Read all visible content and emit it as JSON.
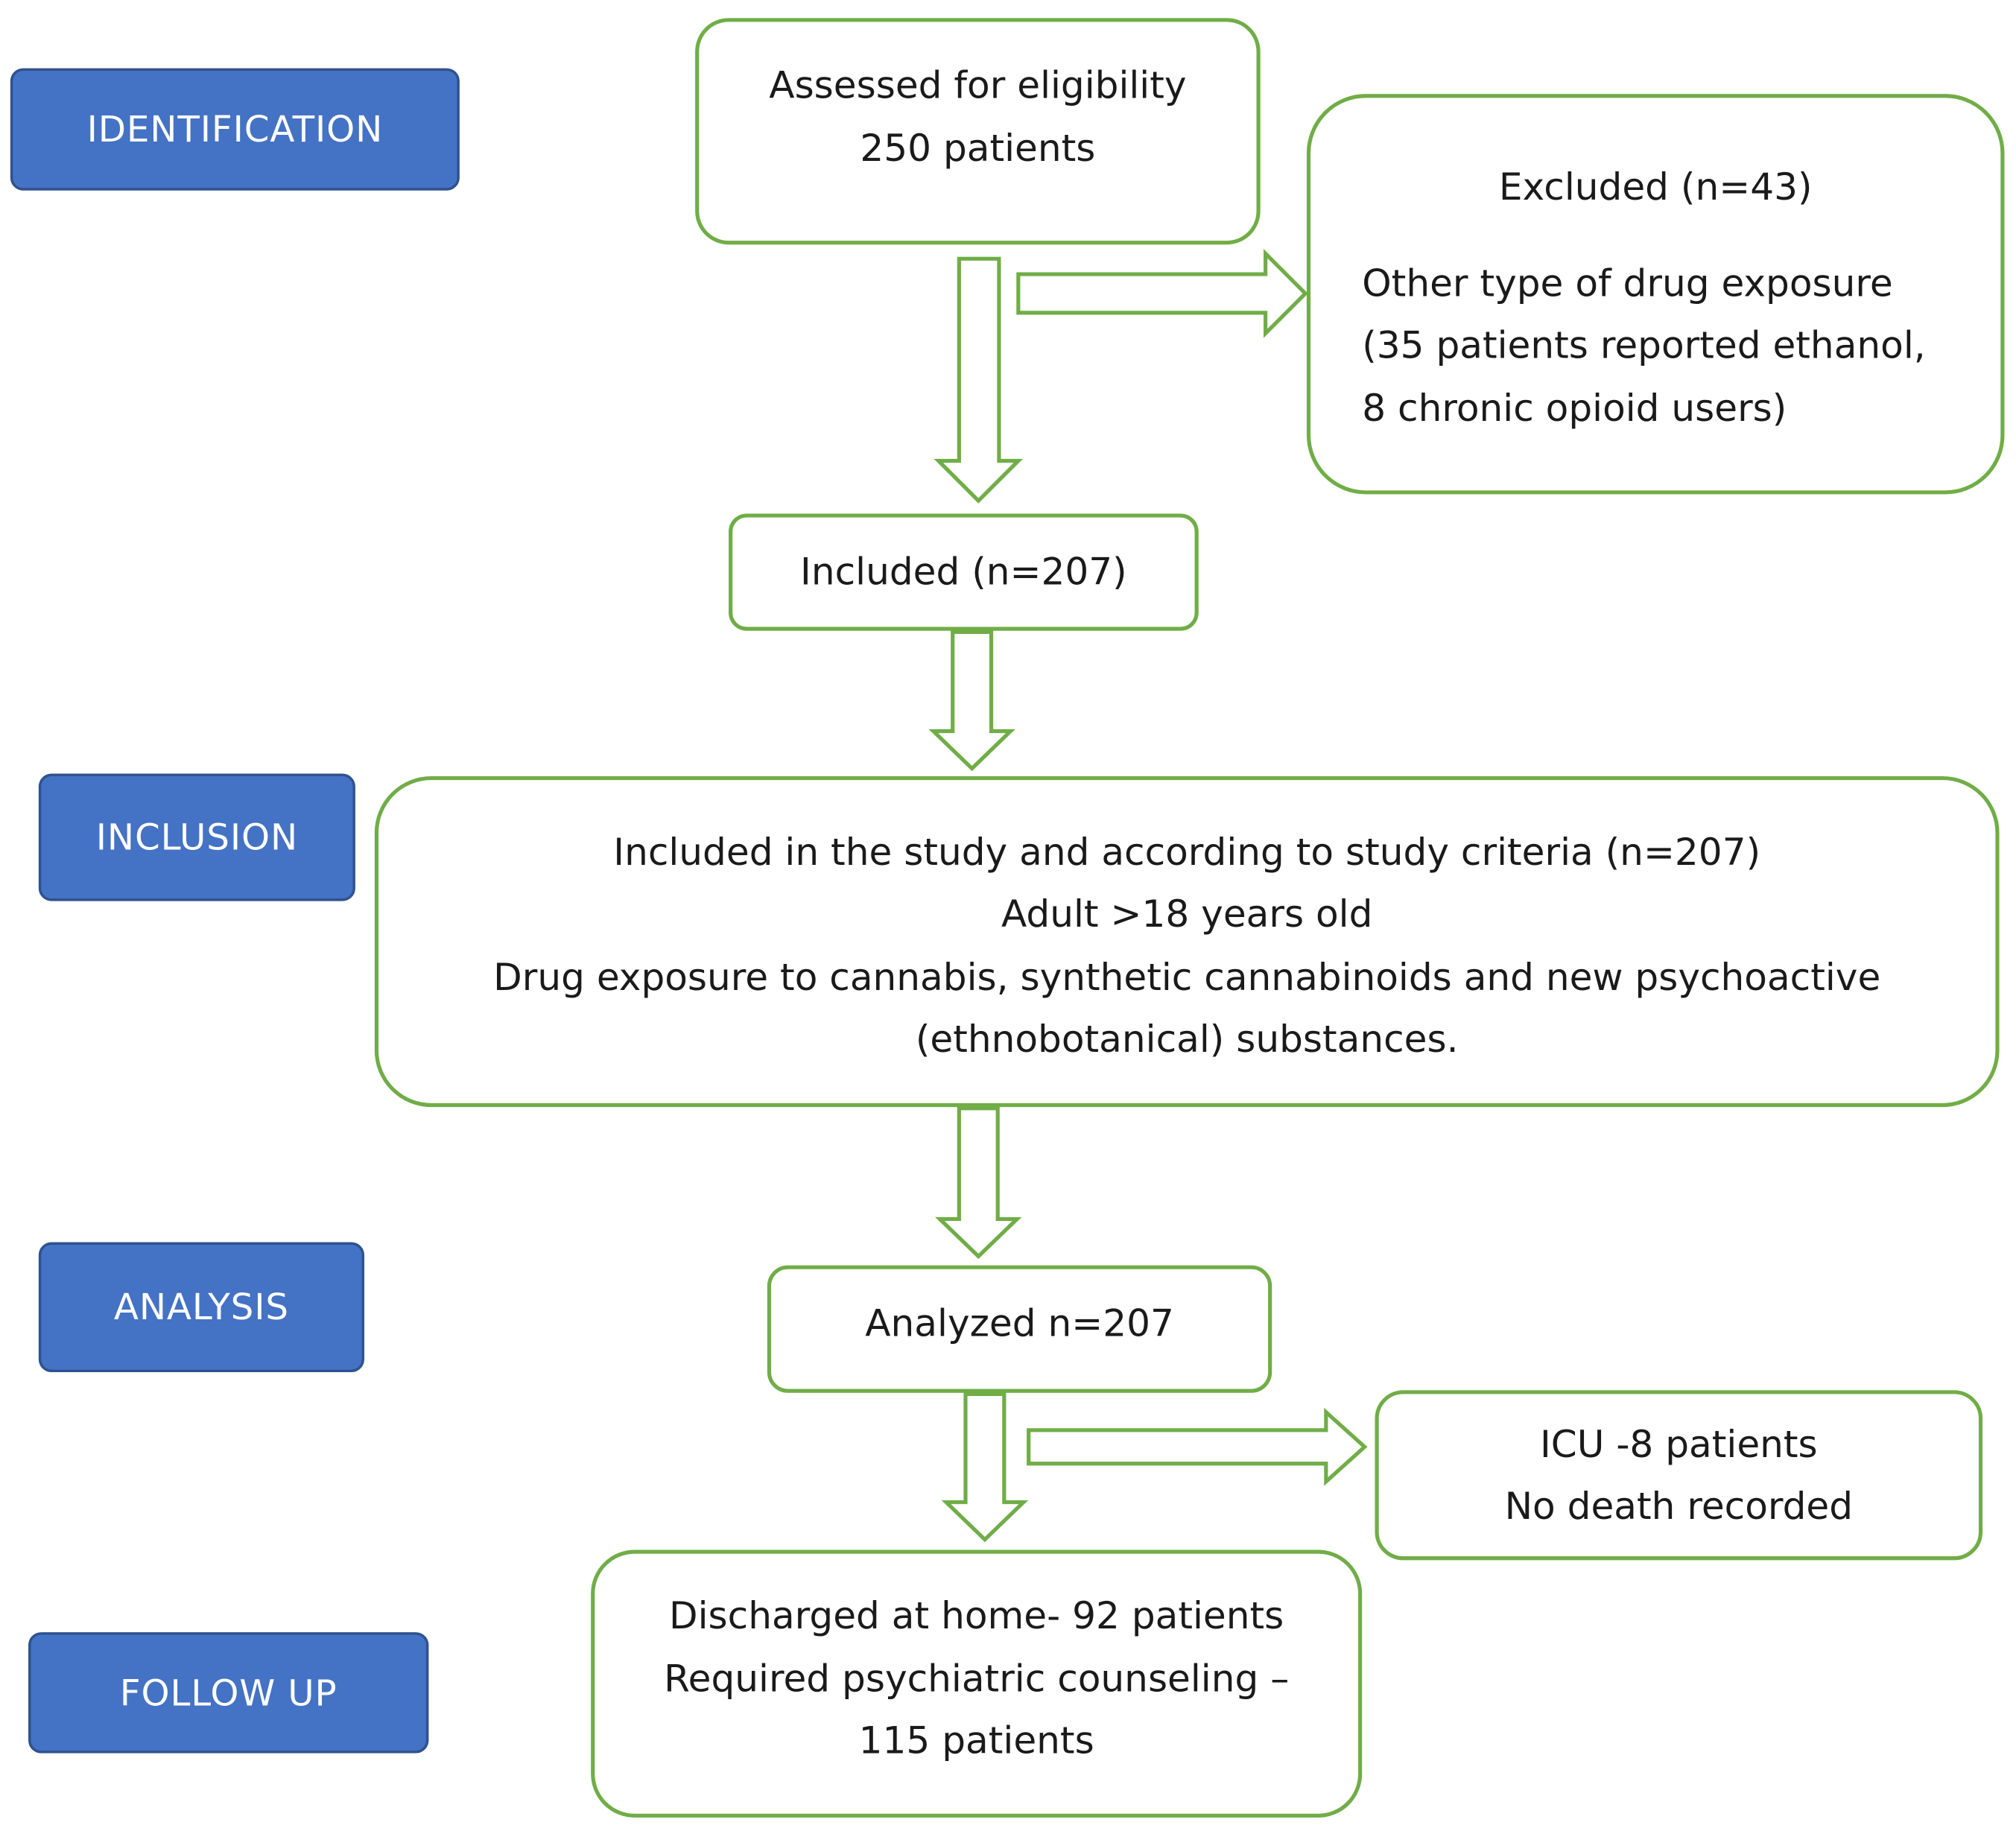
{
  "stages": {
    "identification": "IDENTIFICATION",
    "inclusion": "INCLUSION",
    "analysis": "ANALYSIS",
    "follow_up": "FOLLOW UP"
  },
  "boxes": {
    "assessed": {
      "lines": [
        "Assessed for eligibility",
        "250  patients"
      ]
    },
    "excluded": {
      "title": "Excluded (n=43)",
      "lines": [
        "Other type of drug exposure",
        "(35 patients reported ethanol,",
        "8 chronic opioid users)"
      ]
    },
    "included": {
      "lines": [
        "Included (n=207)"
      ]
    },
    "criteria": {
      "lines": [
        "Included in the study and according to study criteria  (n=207)",
        "Adult >18 years old",
        "Drug exposure to cannabis, synthetic cannabinoids and new psychoactive",
        "(ethnobotanical) substances."
      ]
    },
    "analyzed": {
      "lines": [
        "Analyzed n=207"
      ]
    },
    "icu": {
      "lines": [
        "ICU -8 patients",
        "No death recorded"
      ]
    },
    "discharged": {
      "lines": [
        "Discharged at home- 92 patients",
        "Required psychiatric counseling –",
        "115 patients"
      ]
    }
  },
  "colors": {
    "stage_fill": "#4472c4",
    "stage_border": "#2f528f",
    "box_border": "#70ad47",
    "arrow_stroke": "#70ad47"
  }
}
